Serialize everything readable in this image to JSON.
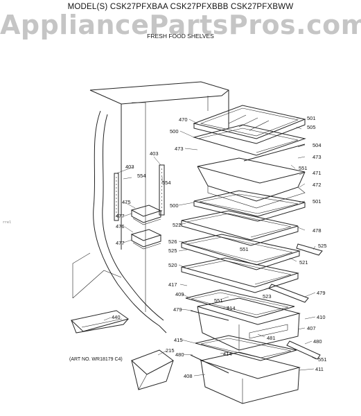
{
  "header": {
    "models": "MODEL(S) CSK27PFXBAA  CSK27PFXBBB  CSK27PFXBWW",
    "watermark": "AppliancePartsPros.com",
    "section_title": "FRESH FOOD SHELVES"
  },
  "footer": {
    "art_no": "(ART NO. WR18179 C4)"
  },
  "margin_mark": "rrel",
  "callouts": {
    "c501a": "501",
    "c505": "505",
    "c504": "504",
    "c473a": "473",
    "c551a": "551",
    "c471": "471",
    "c472": "472",
    "c501b": "501",
    "c478": "478",
    "c525a": "525",
    "c521": "521",
    "c479a": "479",
    "c410": "410",
    "c407": "407",
    "c480a": "480",
    "c551d": "551",
    "c411": "411",
    "c470": "470",
    "c500a": "500",
    "c473b": "473",
    "c403a": "403",
    "c554a": "554",
    "c403b": "403",
    "c554b": "554",
    "c475a": "475",
    "c477a": "477",
    "c476": "476",
    "c477b": "477",
    "c500b": "500",
    "c522": "522",
    "c526": "526",
    "c525b": "525",
    "c551b": "551",
    "c520": "520",
    "c417": "417",
    "c409": "409",
    "c523": "523",
    "c551c": "551",
    "c414a": "414",
    "c479b": "479",
    "c440": "440",
    "c481": "481",
    "c415": "415",
    "c215": "215",
    "c480b": "480",
    "c414b": "414",
    "c408": "408"
  }
}
